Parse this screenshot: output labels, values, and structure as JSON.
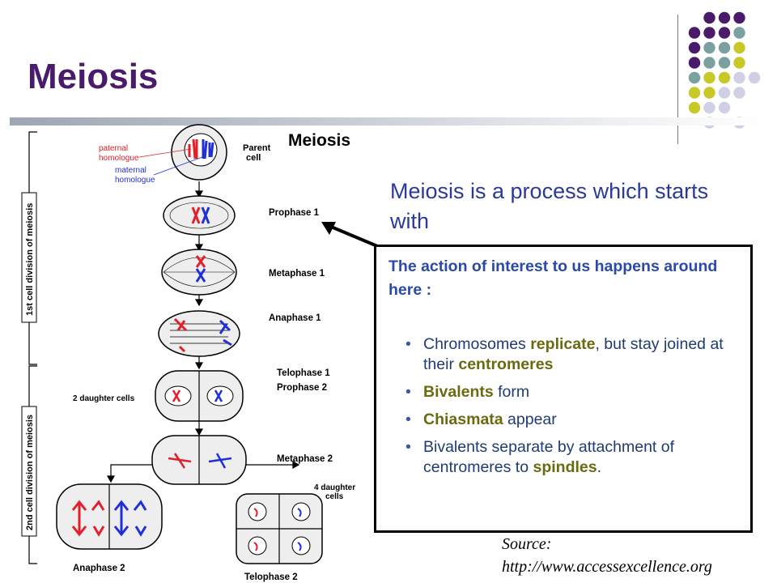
{
  "slide": {
    "title": "Meiosis",
    "intro": "Meiosis is a process which starts with",
    "callout": {
      "heading": "The action of interest to us happens around here :",
      "bullets": [
        [
          {
            "t": "Chromosomes "
          },
          {
            "t": "replicate",
            "b": true
          },
          {
            "t": ", but stay joined at their "
          },
          {
            "t": "centromeres",
            "b": true
          }
        ],
        [
          {
            "t": "Bivalents",
            "b": true
          },
          {
            "t": " form"
          }
        ],
        [
          {
            "t": "Chiasmata",
            "b": true
          },
          {
            "t": " appear"
          }
        ],
        [
          {
            "t": "Bivalents separate by attachment of centromeres to "
          },
          {
            "t": "spindles",
            "b": true
          },
          {
            "t": "."
          }
        ]
      ]
    },
    "source": [
      "Source:",
      "http://www.accessexcellence.org"
    ]
  },
  "figure": {
    "title": "Meiosis",
    "side_label_1": "1st cell division of meiosis",
    "side_label_2": "2nd cell division of meiosis",
    "label_paternal": [
      "paternal",
      "homologue"
    ],
    "label_maternal": [
      "maternal",
      "homologue"
    ],
    "label_parent": [
      "Parent",
      "cell"
    ],
    "stages": {
      "prophase1": "Prophase 1",
      "metaphase1": "Metaphase 1",
      "anaphase1": "Anaphase 1",
      "telophase1": "Telophase 1",
      "prophase2": "Prophase 2",
      "daughters2": "2 daughter cells",
      "metaphase2": "Metaphase 2",
      "daughters4": [
        "4 daughter",
        "cells"
      ],
      "anaphase2": "Anaphase 2",
      "telophase2": "Telophase 2"
    }
  },
  "colors": {
    "title": "#4b1b6b",
    "intro": "#2b3a9a",
    "callout_heading": "#2b4aa8",
    "bullet_bold": "#6a6a10",
    "dot_purple": "#4b1b6b",
    "dot_teal": "#7aa0a0",
    "dot_olive": "#c8c828",
    "dot_lavender": "#cfcfe6",
    "paternal": "#e0202a",
    "maternal": "#2030d8"
  }
}
